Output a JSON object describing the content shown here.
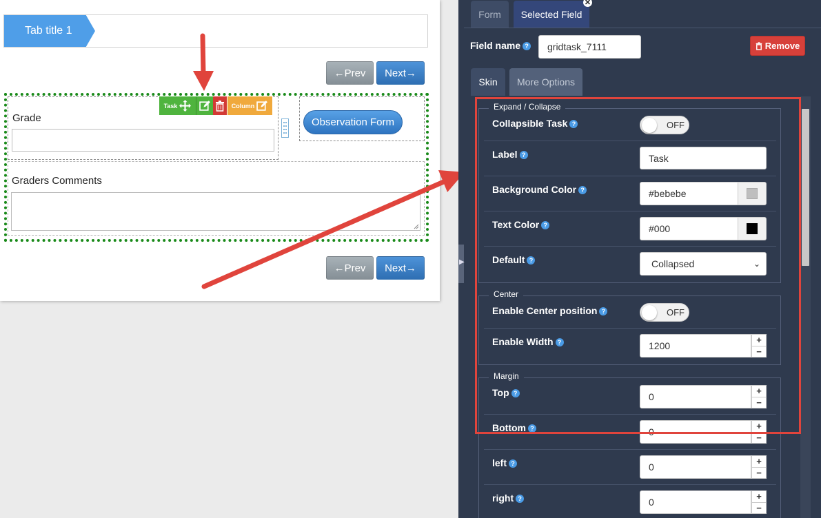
{
  "canvas": {
    "tab_title": "Tab title 1",
    "nav": {
      "prev_label": "←Prev",
      "next_label": "Next→"
    },
    "toolbar": {
      "task_label": "Task",
      "column_label": "Column"
    },
    "fields": [
      {
        "label": "Grade"
      },
      {
        "label": "Graders Comments"
      }
    ],
    "observation_button": "Observation Form"
  },
  "panel": {
    "tabs": [
      {
        "label": "Form",
        "active": false
      },
      {
        "label": "Selected Field",
        "active": true
      }
    ],
    "field_name_label": "Field name",
    "field_name_value": "gridtask_7111",
    "remove_label": "Remove",
    "subtabs": [
      {
        "label": "Skin",
        "active": true
      },
      {
        "label": "More Options",
        "active": false
      }
    ],
    "expand_collapse": {
      "legend": "Expand / Collapse",
      "collapsible_task": {
        "label": "Collapsible Task",
        "state": "OFF"
      },
      "label_field": {
        "label": "Label",
        "value": "Task"
      },
      "background_color": {
        "label": "Background Color",
        "value": "#bebebe",
        "swatch": "#bebebe"
      },
      "text_color": {
        "label": "Text Color",
        "value": "#000",
        "swatch": "#000000"
      },
      "default": {
        "label": "Default",
        "value": "Collapsed"
      }
    },
    "center": {
      "legend": "Center",
      "enable_center": {
        "label": "Enable Center position",
        "state": "OFF"
      },
      "enable_width": {
        "label": "Enable Width",
        "value": "1200"
      }
    },
    "margin": {
      "legend": "Margin",
      "top": {
        "label": "Top",
        "value": "0"
      },
      "bottom": {
        "label": "Bottom",
        "value": "0"
      },
      "left": {
        "label": "left",
        "value": "0"
      },
      "right": {
        "label": "right",
        "value": "0"
      }
    }
  },
  "colors": {
    "accent_blue": "#4f9ee8",
    "panel_bg": "#2f3a4e",
    "remove_red": "#d7403a",
    "annotation_red": "#e0443c",
    "selection_green": "#1a8a1a"
  }
}
